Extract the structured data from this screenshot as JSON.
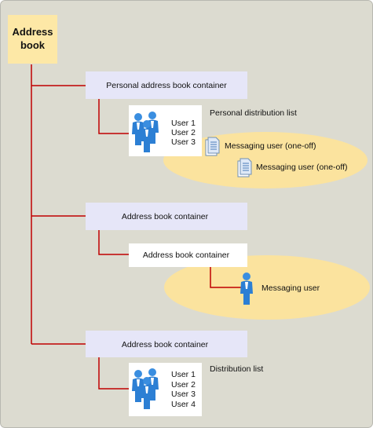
{
  "root": {
    "line1": "Address",
    "line2": "book"
  },
  "containers": {
    "personal": "Personal address book container",
    "top": "Address book container",
    "nested": "Address book container",
    "bottom": "Address book container"
  },
  "users_group_1": [
    "User 1",
    "User 2",
    "User 3"
  ],
  "users_group_2": [
    "User 1",
    "User 2",
    "User 3",
    "User 4"
  ],
  "personal_distribution_list": {
    "title": "Personal distribution list",
    "entries": [
      "Messaging user (one-off)",
      "Messaging user (one-off)"
    ]
  },
  "messaging_user": "Messaging user",
  "distribution_list": "Distribution list",
  "colors": {
    "background": "#dcdbd0",
    "root_fill": "#fde8a6",
    "container_fill": "#e6e6f8",
    "ellipse_fill": "#fbe39e",
    "connector": "#c00000",
    "person": "#2c7fd4"
  }
}
